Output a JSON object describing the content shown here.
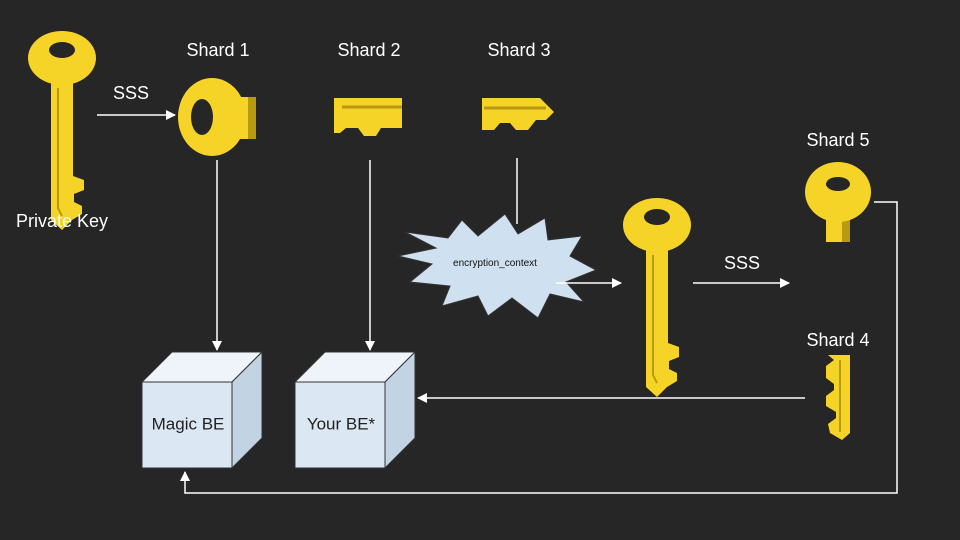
{
  "labels": {
    "private_key": "Private Key",
    "sss_top": "SSS",
    "sss_middle": "SSS",
    "shard1": "Shard 1",
    "shard2": "Shard 2",
    "shard3": "Shard 3",
    "shard4": "Shard 4",
    "shard5": "Shard 5",
    "encryption_context": "encryption_context",
    "magic_be": "Magic BE",
    "your_be": "Your BE*"
  },
  "icons": {
    "key": "key-icon",
    "key_head": "key-head-shard-icon",
    "key_blade": "key-blade-shard-icon",
    "backend": "cube-icon"
  },
  "colors": {
    "background": "#262626",
    "key_fill": "#f5d327",
    "key_dark": "#a3880c",
    "box_face": "#dbe7f3",
    "box_stroke": "#333333",
    "arrow": "#ffffff",
    "burst_fill": "#cfe0f0"
  }
}
